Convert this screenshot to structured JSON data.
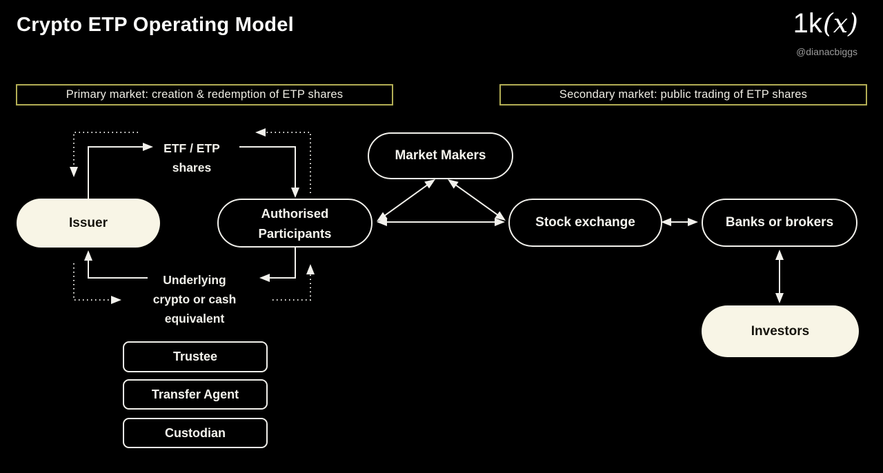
{
  "header": {
    "title": "Crypto ETP Operating Model",
    "logo_main": "1k",
    "logo_suffix": "(x)",
    "handle": "@dianacbiggs"
  },
  "sections": {
    "primary": "Primary market: creation & redemption of ETP shares",
    "secondary": "Secondary market: public trading of ETP shares"
  },
  "nodes": {
    "issuer": {
      "label": "Issuer"
    },
    "etp_shares": {
      "lines": [
        "ETF / ETP",
        "shares"
      ]
    },
    "authorised_participants": {
      "lines": [
        "Authorised",
        "Participants"
      ]
    },
    "market_makers": {
      "label": "Market Makers"
    },
    "stock_exchange": {
      "label": "Stock exchange"
    },
    "banks_or_brokers": {
      "label": "Banks or brokers"
    },
    "investors": {
      "label": "Investors"
    },
    "underlying_asset": {
      "lines": [
        "Underlying",
        "crypto or cash",
        "equivalent"
      ]
    },
    "trustee": {
      "label": "Trustee"
    },
    "transfer_agent": {
      "label": "Transfer Agent"
    },
    "custodian": {
      "label": "Custodian"
    }
  },
  "edges": [
    {
      "from": "issuer",
      "to": "etp_shares",
      "style": "solid"
    },
    {
      "from": "etp_shares",
      "to": "authorised_participants",
      "style": "solid"
    },
    {
      "from": "authorised_participants",
      "to": "underlying_asset",
      "style": "solid"
    },
    {
      "from": "underlying_asset",
      "to": "issuer",
      "style": "solid"
    },
    {
      "from": "authorised_participants",
      "to": "etp_shares",
      "style": "dotted"
    },
    {
      "from": "etp_shares",
      "to": "issuer",
      "style": "dotted"
    },
    {
      "from": "issuer",
      "to": "underlying_asset",
      "style": "dotted"
    },
    {
      "from": "underlying_asset",
      "to": "authorised_participants",
      "style": "dotted"
    },
    {
      "from": "authorised_participants",
      "to": "market_makers",
      "style": "double"
    },
    {
      "from": "market_makers",
      "to": "stock_exchange",
      "style": "double"
    },
    {
      "from": "authorised_participants",
      "to": "stock_exchange",
      "style": "double"
    },
    {
      "from": "stock_exchange",
      "to": "banks_or_brokers",
      "style": "double"
    },
    {
      "from": "banks_or_brokers",
      "to": "investors",
      "style": "double"
    }
  ],
  "colors": {
    "background": "#000000",
    "cream_fill": "#f8f5e6",
    "line_white": "#f2f1ec",
    "accent_olive": "#b3ae55",
    "muted_gray": "#9c9c9c",
    "text_dark": "#16140d"
  }
}
